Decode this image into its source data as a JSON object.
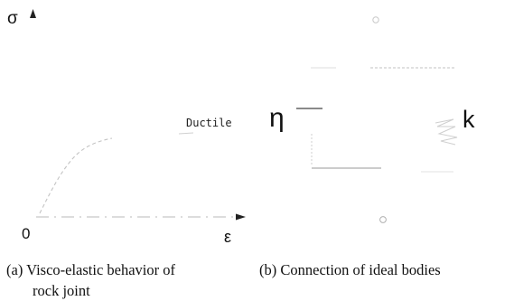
{
  "panel_a": {
    "y_axis_label": "σ",
    "x_axis_label": "ε",
    "origin_label": "0",
    "curve_label": "Ductile",
    "caption_line1": "(a) Visco-elastic behavior of",
    "caption_line2": "rock joint"
  },
  "panel_b": {
    "dashpot_label": "η",
    "spring_label": "k",
    "caption": "(b) Connection of ideal bodies"
  }
}
